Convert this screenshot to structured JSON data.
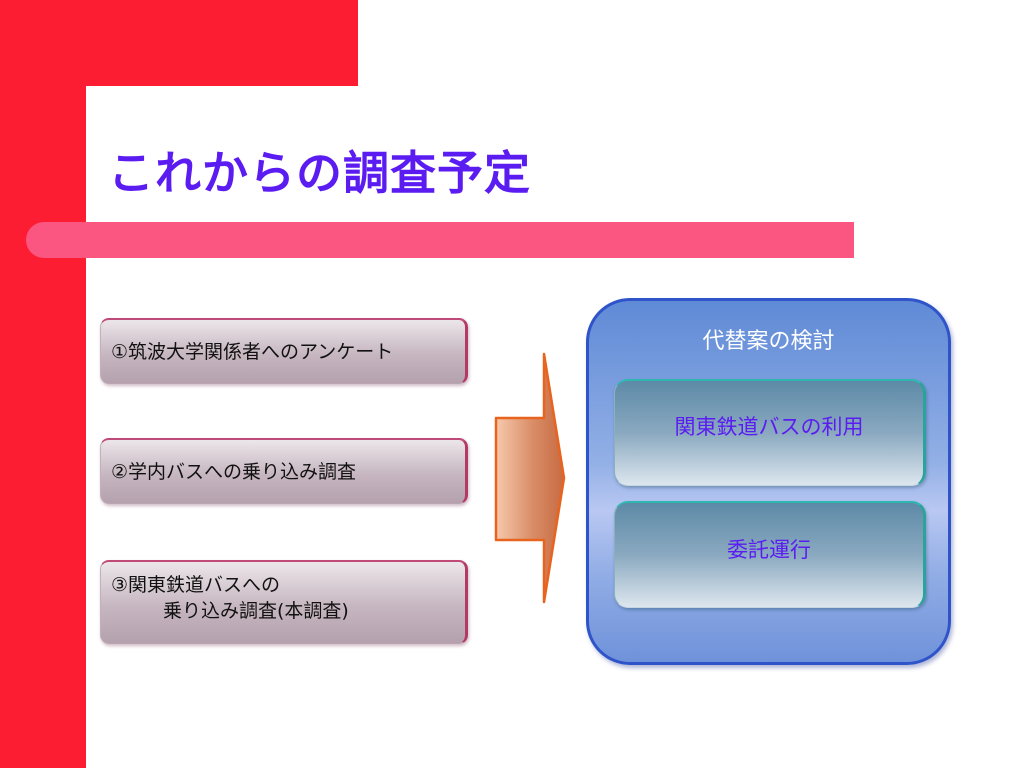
{
  "slide": {
    "title": "これからの調査予定"
  },
  "surveys": [
    {
      "label": "①筑波大学関係者へのアンケート"
    },
    {
      "label": "②学内バスへの乗り込み調査"
    },
    {
      "label_line1": "③関東鉄道バスへの",
      "label_line2": "乗り込み調査(本調査)"
    }
  ],
  "alternatives": {
    "title": "代替案の検討",
    "items": [
      {
        "label": "関東鉄道バスの利用"
      },
      {
        "label": "委託運行"
      }
    ]
  },
  "colors": {
    "red": "#fc1d32",
    "pink_bar": "#fb5682",
    "title_text": "#5b1cf2",
    "panel_border": "#2f53c8"
  },
  "icons": {
    "arrow": "right-arrow-icon"
  }
}
